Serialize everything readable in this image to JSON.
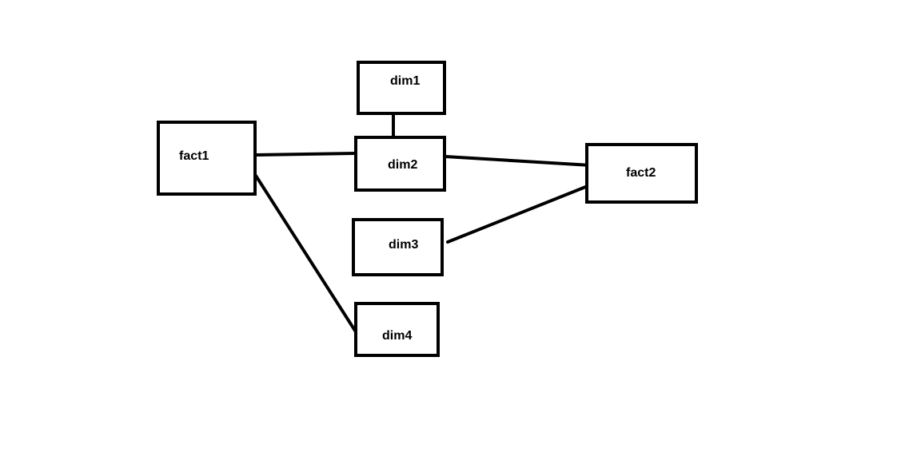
{
  "diagram": {
    "nodes": {
      "fact1": {
        "label": "fact1"
      },
      "fact2": {
        "label": "fact2"
      },
      "dim1": {
        "label": "dim1"
      },
      "dim2": {
        "label": "dim2"
      },
      "dim3": {
        "label": "dim3"
      },
      "dim4": {
        "label": "dim4"
      }
    },
    "edges": [
      {
        "from": "dim1",
        "to": "dim2"
      },
      {
        "from": "fact1",
        "to": "dim2"
      },
      {
        "from": "fact1",
        "to": "dim4"
      },
      {
        "from": "dim2",
        "to": "fact2"
      },
      {
        "from": "dim3",
        "to": "fact2"
      }
    ],
    "colors": {
      "stroke": "#000000",
      "background": "#ffffff"
    }
  }
}
